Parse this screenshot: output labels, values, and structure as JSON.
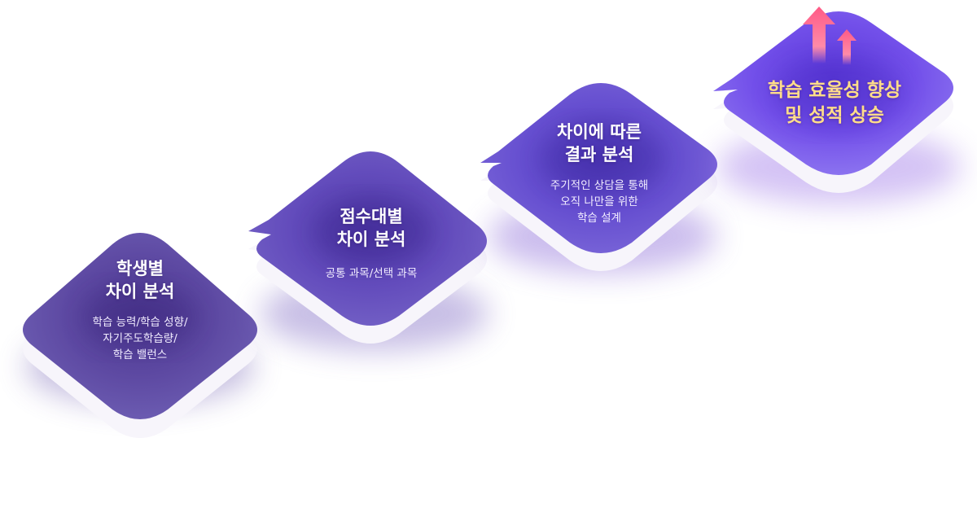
{
  "steps": [
    {
      "title": "학생별\n차이 분석",
      "description": "학습 능력/학습 성향/\n자기주도학습량/\n학습 밸런스"
    },
    {
      "title": "점수대별\n차이 분석",
      "description": "공통 과목/선택 과목"
    },
    {
      "title": "차이에 따른\n결과 분석",
      "description": "주기적인 상담을 통해\n오직 나만을 위한\n학습 설계"
    },
    {
      "title": "학습 효율성 향상\n및 성적 상승",
      "description": ""
    }
  ],
  "colors": {
    "tile_dark": "#5e4aa3",
    "tile_mid": "#6b54c6",
    "tile_bright": "#7a52ee",
    "final_title": "#ffdd8a",
    "arrow": "#ff6f96"
  },
  "icons": {
    "final_badge": "upward-arrows-icon"
  }
}
